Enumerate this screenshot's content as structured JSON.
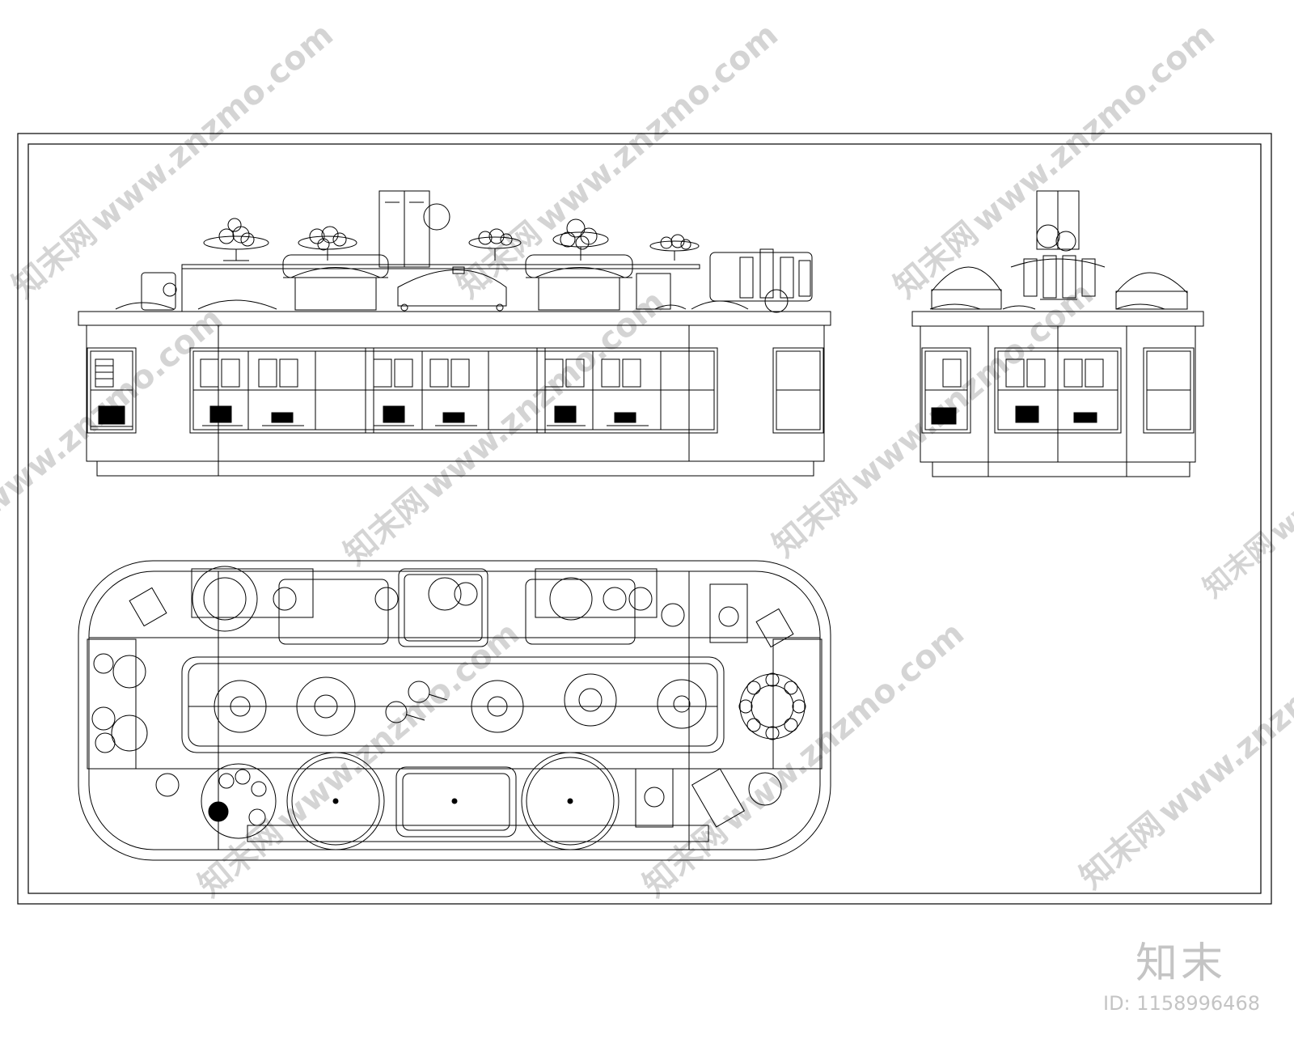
{
  "watermark": {
    "site_text": "www.znzmo.com",
    "cn_text": "知末网"
  },
  "brand": {
    "logo_text": "知末",
    "id_label": "ID:",
    "id_value": "1158996468"
  },
  "colors": {
    "line": "#000000",
    "background": "#ffffff",
    "watermark": "#d4d4d4",
    "brand": "#c4c4c4"
  },
  "drawing": {
    "views": [
      "front-elevation",
      "side-elevation",
      "plan-view"
    ]
  }
}
